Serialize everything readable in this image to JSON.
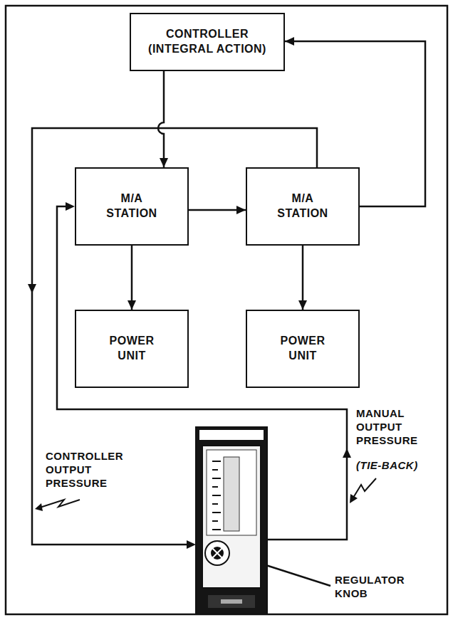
{
  "diagram": {
    "nodes": [
      {
        "text": [
          "CONTROLLER (INTEGRAL ACTION)"
        ]
      },
      {
        "text": [
          "M/A STATION"
        ]
      },
      {
        "text": [
          "M/A STATION"
        ]
      },
      {
        "text": [
          "POWER UNIT"
        ]
      },
      {
        "text": [
          "POWER UNIT"
        ]
      }
    ],
    "edges": [
      {
        "from": 0,
        "to": 1,
        "arrow": "to"
      },
      {
        "from": 1,
        "to": 2,
        "arrow": "to"
      },
      {
        "from": 1,
        "to": 3,
        "arrow": "to"
      },
      {
        "from": 2,
        "to": 4,
        "arrow": "to"
      },
      {
        "from": 2,
        "to": 0,
        "arrow": "to"
      }
    ],
    "labels": [
      "CONTROLLER OUTPUT PRESSURE",
      "MANUAL OUTPUT PRESSURE",
      "(TIE-BACK)",
      "REGULATOR KNOB"
    ]
  }
}
